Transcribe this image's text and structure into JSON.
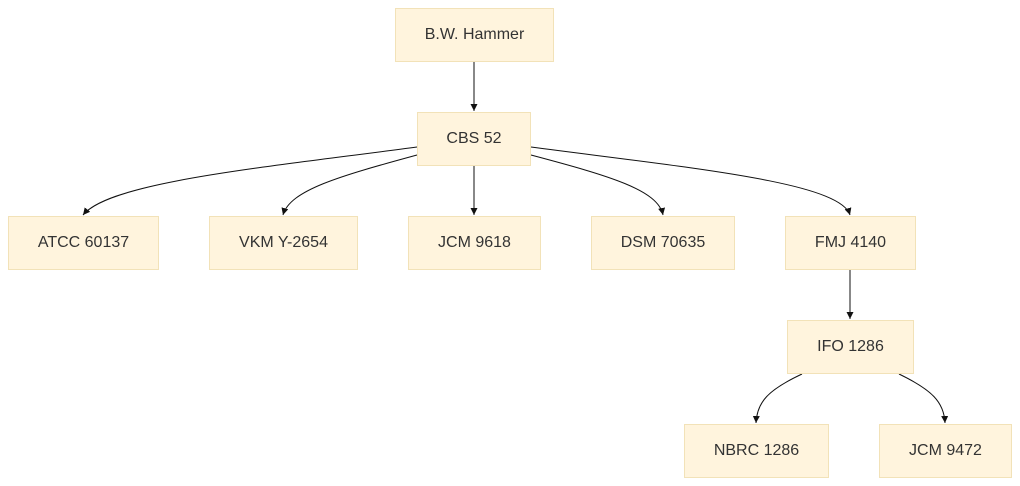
{
  "diagram": {
    "nodes": {
      "bw_hammer": "B.W. Hammer",
      "cbs_52": "CBS 52",
      "atcc_60137": "ATCC 60137",
      "vkm_y2654": "VKM Y-2654",
      "jcm_9618": "JCM 9618",
      "dsm_70635": "DSM 70635",
      "fmj_4140": "FMJ 4140",
      "ifo_1286": "IFO 1286",
      "nbrc_1286": "NBRC 1286",
      "jcm_9472": "JCM 9472"
    },
    "edges": [
      [
        "bw_hammer",
        "cbs_52"
      ],
      [
        "cbs_52",
        "atcc_60137"
      ],
      [
        "cbs_52",
        "vkm_y2654"
      ],
      [
        "cbs_52",
        "jcm_9618"
      ],
      [
        "cbs_52",
        "dsm_70635"
      ],
      [
        "cbs_52",
        "fmj_4140"
      ],
      [
        "fmj_4140",
        "ifo_1286"
      ],
      [
        "ifo_1286",
        "nbrc_1286"
      ],
      [
        "ifo_1286",
        "jcm_9472"
      ]
    ],
    "colors": {
      "node_fill": "#fff4dd",
      "node_border": "#f2e2b8",
      "edge": "#111111",
      "text": "#333333"
    }
  }
}
